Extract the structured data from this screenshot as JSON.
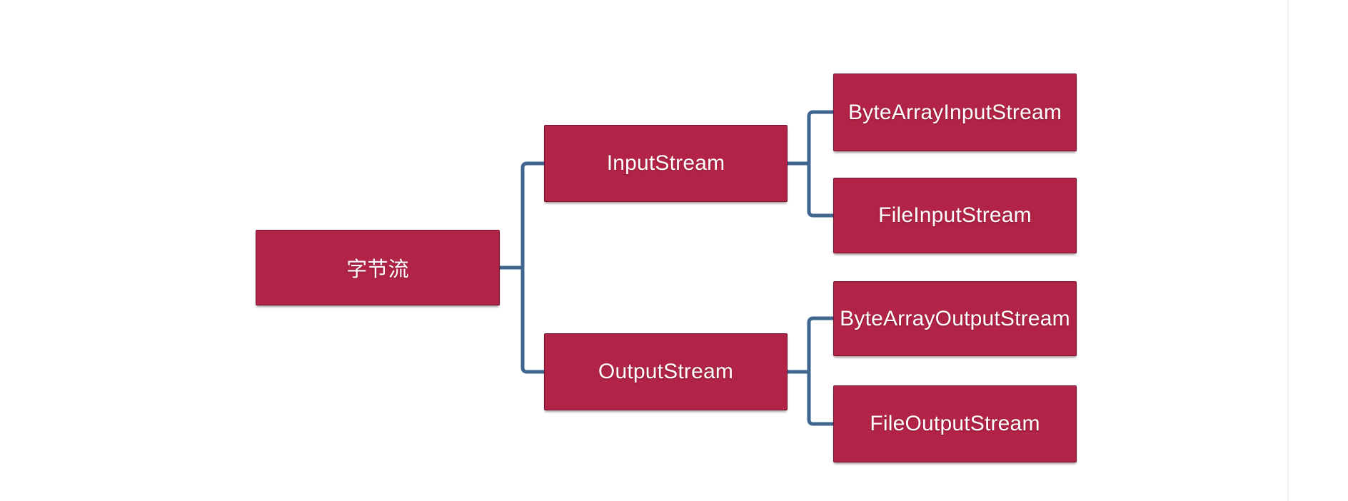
{
  "diagram": {
    "type": "tree",
    "direction": "left-to-right",
    "nodes": {
      "root": {
        "label": "字节流"
      },
      "input": {
        "label": "InputStream"
      },
      "output": {
        "label": "OutputStream"
      },
      "bais": {
        "label": "ByteArrayInputStream"
      },
      "fis": {
        "label": "FileInputStream"
      },
      "baos": {
        "label": "ByteArrayOutputStream"
      },
      "fos": {
        "label": "FileOutputStream"
      }
    },
    "edges": [
      {
        "from": "字节流",
        "to": "InputStream"
      },
      {
        "from": "字节流",
        "to": "OutputStream"
      },
      {
        "from": "InputStream",
        "to": "ByteArrayInputStream"
      },
      {
        "from": "InputStream",
        "to": "FileInputStream"
      },
      {
        "from": "OutputStream",
        "to": "ByteArrayOutputStream"
      },
      {
        "from": "OutputStream",
        "to": "FileOutputStream"
      }
    ],
    "colors": {
      "node_fill": "#b22447",
      "node_text": "#ffffff",
      "connector": "#40658f",
      "background": "#ffffff"
    }
  }
}
